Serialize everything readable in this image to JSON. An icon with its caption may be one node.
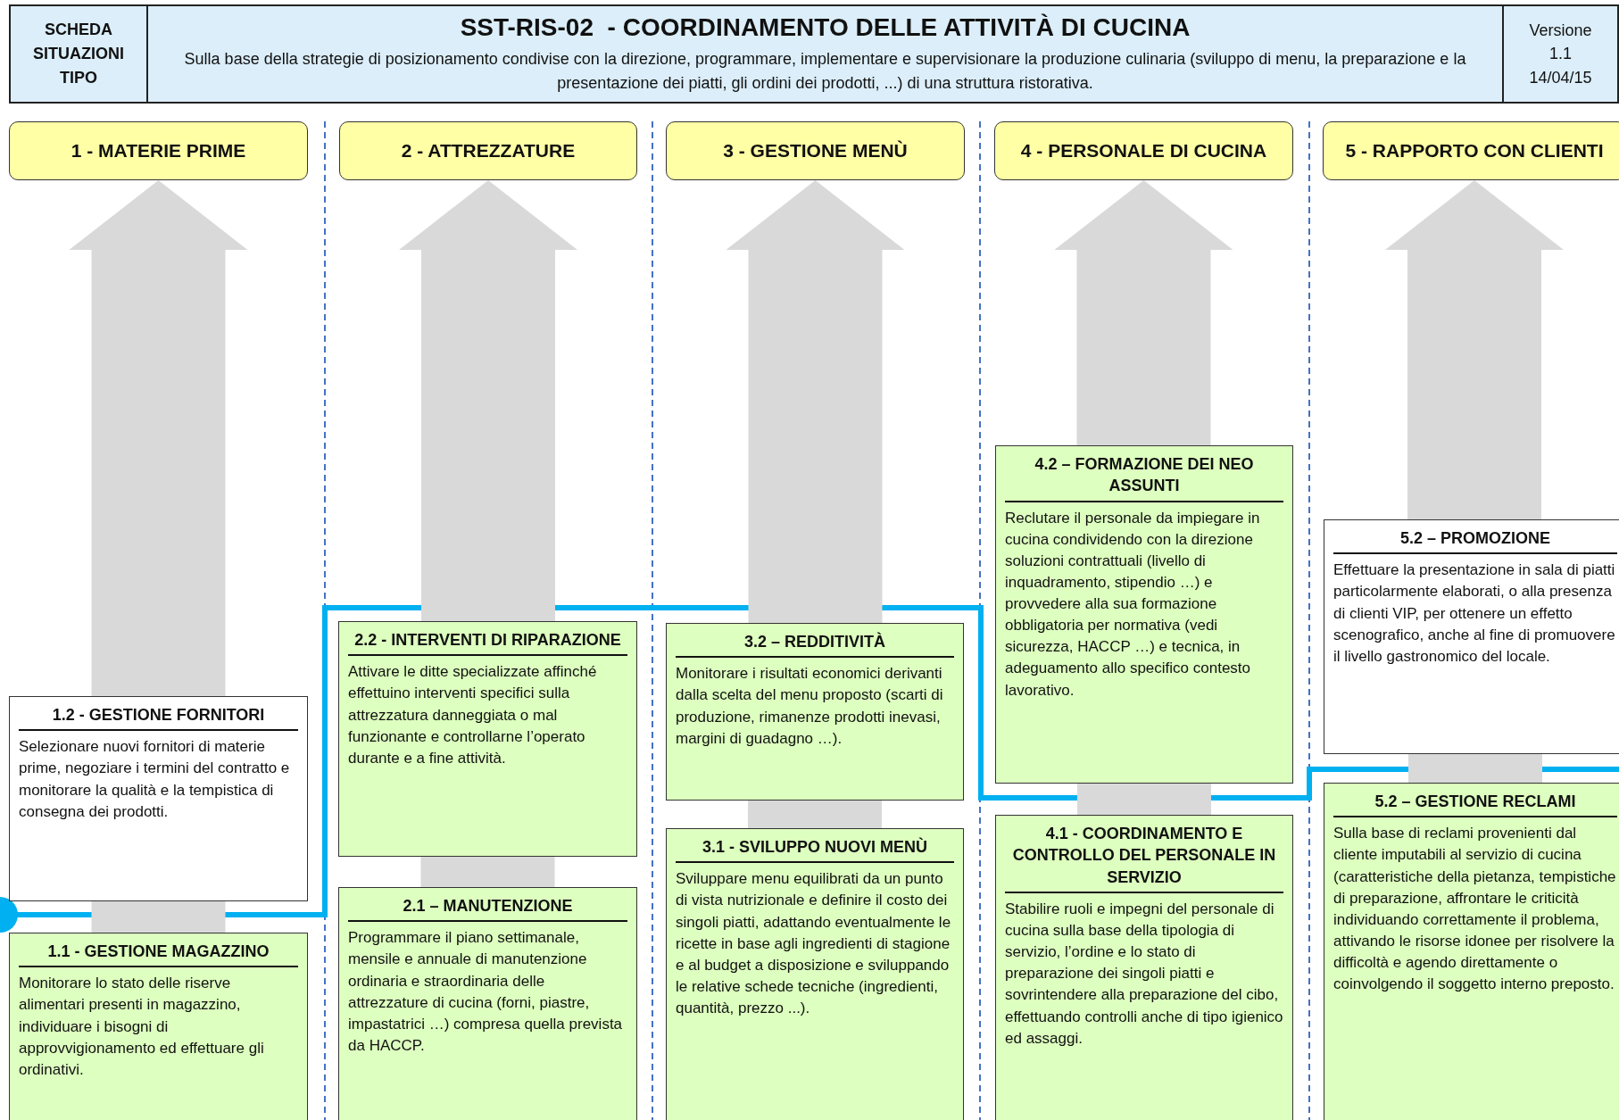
{
  "diagram": {
    "nodes": [
      {
        "text": [
          "SCHEDA SITUAZIONI TIPO"
        ]
      },
      {
        "text": [
          "SST-RIS-02  - COORDINAMENTO DELLE ATTIVITÀ DI CUCINA",
          "Sulla base della strategie di posizionamento condivise con la direzione, programmare, implementare e supervisionare la produzione culinaria (sviluppo di menu, la preparazione e la presentazione dei piatti, gli ordini dei prodotti, ...) di una struttura ristorativa."
        ]
      },
      {
        "text": [
          "Versione",
          "1.1",
          "14/04/15"
        ]
      },
      {
        "text": [
          "1 - MATERIE PRIME"
        ]
      },
      {
        "text": [
          "2 - ATTREZZATURE"
        ]
      },
      {
        "text": [
          "3 - GESTIONE MENÙ"
        ]
      },
      {
        "text": [
          "4 - PERSONALE DI CUCINA"
        ]
      },
      {
        "text": [
          "5 - RAPPORTO CON CLIENTI"
        ]
      },
      {
        "text": [
          "1.2 - GESTIONE FORNITORI",
          "Selezionare nuovi fornitori di materie prime, negoziare i termini del contratto e monitorare la qualità e la tempistica di consegna dei prodotti."
        ]
      },
      {
        "text": [
          "1.1 - GESTIONE MAGAZZINO",
          "Monitorare lo stato delle riserve alimentari presenti in magazzino, individuare i bisogni di approvvigionamento ed effettuare gli ordinativi."
        ]
      },
      {
        "text": [
          "2.2 - INTERVENTI DI RIPARAZIONE",
          "Attivare le ditte specializzate affinché effettuino interventi specifici sulla attrezzatura danneggiata o mal funzionante e controllarne l’operato durante e a fine attività."
        ]
      },
      {
        "text": [
          "2.1 – MANUTENZIONE",
          "Programmare il piano settimanale, mensile e annuale di manutenzione ordinaria e straordinaria delle attrezzature di cucina (forni, piastre, impastatrici …) compresa quella prevista da HACCP."
        ]
      },
      {
        "text": [
          "3.2 – REDDITIVITÀ",
          "Monitorare i risultati economici derivanti dalla scelta del menu proposto (scarti di produzione, rimanenze prodotti inevasi, margini di guadagno …)."
        ]
      },
      {
        "text": [
          "3.1 - SVILUPPO NUOVI MENÙ",
          "Sviluppare menu equilibrati da un punto di vista nutrizionale e definire il costo dei singoli piatti, adattando eventualmente le ricette in base agli ingredienti di stagione e al budget a disposizione e sviluppando le relative schede tecniche (ingredienti, quantità, prezzo ...)."
        ]
      },
      {
        "text": [
          "4.2 – FORMAZIONE DEI NEO ASSUNTI",
          "Reclutare il personale da impiegare in cucina condividendo con la direzione soluzioni contrattuali (livello di inquadramento, stipendio …) e provvedere alla sua formazione obbligatoria per normativa (vedi sicurezza, HACCP …) e tecnica, in adeguamento allo specifico contesto lavorativo."
        ]
      },
      {
        "text": [
          "4.1 - COORDINAMENTO E CONTROLLO DEL PERSONALE IN SERVIZIO",
          "Stabilire ruoli e impegni del personale di cucina sulla base della tipologia di servizio, l’ordine e lo stato di preparazione dei singoli piatti e sovrintendere alla preparazione del cibo, effettuando controlli anche di tipo igienico ed assaggi."
        ]
      },
      {
        "text": [
          "5.2 – PROMOZIONE",
          "Effettuare la presentazione in sala di piatti particolarmente elaborati, o alla presenza di clienti VIP, per ottenere un effetto scenografico, anche al fine di promuovere il livello gastronomico del locale."
        ]
      },
      {
        "text": [
          "5.2 – GESTIONE RECLAMI",
          "Sulla base di reclami provenienti dal cliente imputabili al servizio di cucina (caratteristiche della pietanza, tempistiche di preparazione, affrontare le criticità individuando correttamente il problema, attivando le risorse idonee per risolvere la difficoltà e agendo direttamente o coinvolgendo il soggetto interno preposto."
        ]
      }
    ],
    "edges": [
      {
        "from": 9,
        "to": 8,
        "arrow": "none"
      },
      {
        "from": 8,
        "to": 3,
        "arrow": "to"
      },
      {
        "from": 11,
        "to": 10,
        "arrow": "none"
      },
      {
        "from": 10,
        "to": 4,
        "arrow": "to"
      },
      {
        "from": 13,
        "to": 12,
        "arrow": "none"
      },
      {
        "from": 12,
        "to": 5,
        "arrow": "to"
      },
      {
        "from": 15,
        "to": 14,
        "arrow": "none"
      },
      {
        "from": 14,
        "to": 6,
        "arrow": "to"
      },
      {
        "from": 17,
        "to": 16,
        "arrow": "none"
      },
      {
        "from": 16,
        "to": 7,
        "arrow": "to"
      }
    ]
  }
}
